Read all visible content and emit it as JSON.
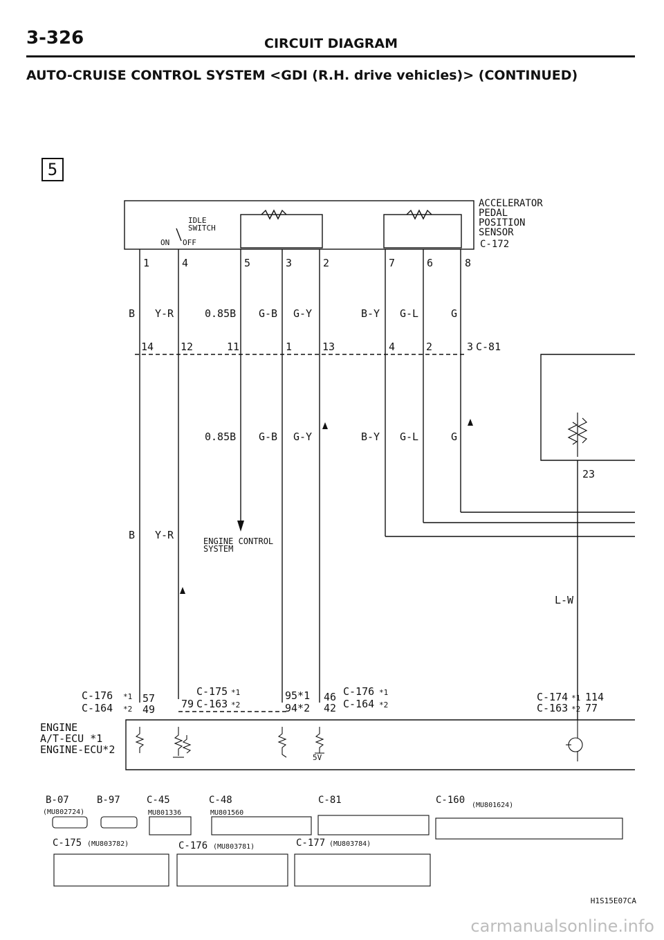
{
  "header": {
    "page_number": "3-326",
    "title": "CIRCUIT DIAGRAM",
    "subtitle": "AUTO-CRUISE CONTROL SYSTEM <GDI (R.H. drive vehicles)> (CONTINUED)",
    "section": "5"
  },
  "components": {
    "sensor_name": [
      "ACCELERATOR",
      "PEDAL",
      "POSITION",
      "SENSOR"
    ],
    "sensor_connector": "C-172",
    "idle_switch": [
      "IDLE",
      "SWITCH"
    ],
    "idle_on": "ON",
    "idle_off": "OFF",
    "engine_control": [
      "ENGINE CONTROL",
      "SYSTEM"
    ],
    "ecu_label": [
      "ENGINE",
      "A/T-ECU *1",
      "ENGINE-ECU*2"
    ],
    "five_volt": "5V"
  },
  "sensor_pins": [
    "1",
    "4",
    "5",
    "3",
    "2",
    "7",
    "6",
    "8"
  ],
  "wire_colors_top": [
    "B",
    "Y-R",
    "0.85B",
    "G-B",
    "G-Y",
    "B-Y",
    "G-L",
    "G"
  ],
  "junction_pins": [
    "14",
    "12",
    "11",
    "1",
    "13",
    "4",
    "2",
    "3"
  ],
  "junction_connector": "C-81",
  "wire_colors_mid": [
    "0.85B",
    "G-B",
    "G-Y",
    "B-Y",
    "G-L",
    "G"
  ],
  "wire_colors_low": [
    "B",
    "Y-R"
  ],
  "right_pin": "23",
  "right_wire": "L-W",
  "ecu_connectors": {
    "a1": "C-176",
    "a1_note": "*1",
    "a2": "C-164",
    "a2_note": "*2",
    "a_pins": [
      "57",
      "49"
    ],
    "b1": "C-175",
    "b1_note": "*1",
    "b2": "C-163",
    "b2_note": "*2",
    "b_pin2": "79",
    "c_pins": [
      "95*1",
      "94*2"
    ],
    "d_pins": [
      "46",
      "42"
    ],
    "d1": "C-176",
    "d1_note": "*1",
    "d2": "C-164",
    "d2_note": "*2",
    "e1": "C-174",
    "e1_note": "*1",
    "e2": "C-163",
    "e2_note": "*2",
    "e_pins": [
      "114",
      "77"
    ]
  },
  "bottom_connectors": [
    {
      "id": "B-07",
      "part": "(MU802724)"
    },
    {
      "id": "B-97",
      "part": ""
    },
    {
      "id": "C-45",
      "part": "MU801336"
    },
    {
      "id": "C-48",
      "part": "MU801560"
    },
    {
      "id": "C-81",
      "part": ""
    },
    {
      "id": "C-160",
      "part": "(MU801624)"
    },
    {
      "id": "C-175",
      "part": "(MU803782)"
    },
    {
      "id": "C-176",
      "part": "(MU803781)"
    },
    {
      "id": "C-177",
      "part": "(MU803784)"
    }
  ],
  "drawing_code": "H1S15E07CA",
  "watermark": "carmanualsonline.info"
}
